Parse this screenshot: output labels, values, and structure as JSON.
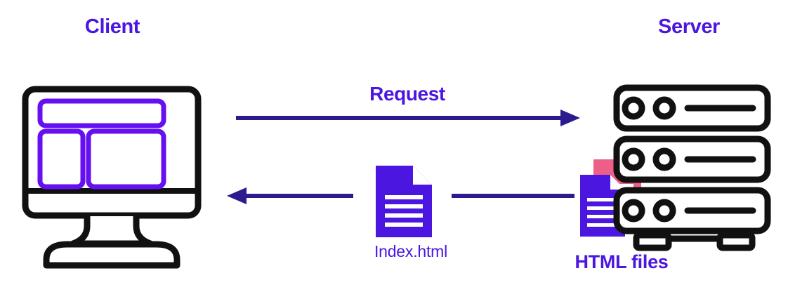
{
  "diagram": {
    "title": "Client to Server HTML request flow",
    "background": "#ffffff",
    "colors": {
      "label_purple": "#4b16e0",
      "arrow_indigo": "#2b1b8c",
      "outline_black": "#111111",
      "screen_purple": "#6610f2",
      "doc_blue": "#4b16e0",
      "doc_pink": "#ee5f88",
      "doc_line_white": "#ffffff"
    }
  },
  "labels": {
    "client": "Client",
    "server": "Server",
    "request": "Request",
    "index_file": "Index.html",
    "html_files": "HTML files"
  },
  "icons": {
    "client": "desktop-monitor-icon",
    "server": "server-rack-icon",
    "index_file": "document-icon",
    "html_files": "document-stack-icon",
    "request_arrow": "arrow-right-icon",
    "response_arrow": "arrow-left-icon",
    "response_connector": "line-segment"
  },
  "flows": [
    {
      "name": "request",
      "label": "Request",
      "from": "client",
      "to": "server",
      "direction": "right",
      "arrowhead": true
    },
    {
      "name": "response",
      "label": "Index.html",
      "from": "server",
      "to": "client",
      "direction": "left",
      "arrowhead": true
    }
  ],
  "server_units": [
    {
      "name": "server-unit-1",
      "indicators": 2,
      "slot": true
    },
    {
      "name": "server-unit-2",
      "indicators": 2,
      "slot": true
    },
    {
      "name": "server-unit-3",
      "indicators": 2,
      "slot": true
    }
  ],
  "monitor_panes": [
    {
      "name": "monitor-pane-top"
    },
    {
      "name": "monitor-pane-left"
    },
    {
      "name": "monitor-pane-right"
    }
  ],
  "document_lines": {
    "index_file": 4,
    "front_stack_doc": 4,
    "back_stack_doc": 4
  }
}
